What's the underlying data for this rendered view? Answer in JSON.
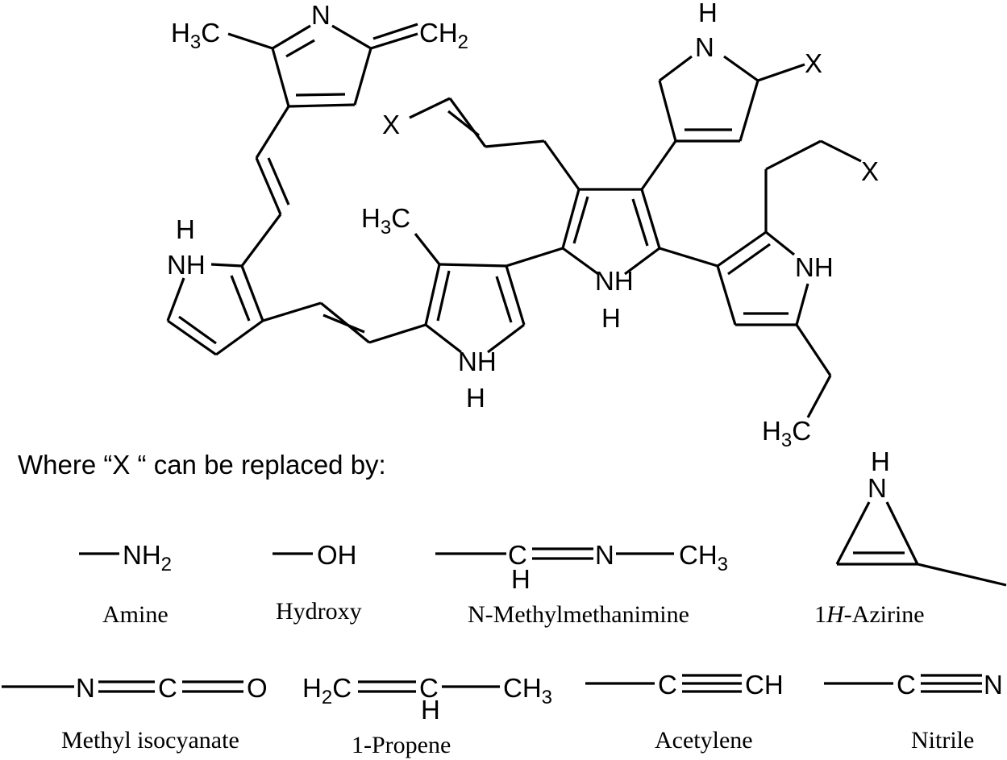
{
  "atoms": {
    "N": "N",
    "H": "H",
    "NH": "NH",
    "X": "X",
    "C": "C",
    "O": "O",
    "OH": "OH",
    "CH": "CH",
    "H3C_base": "H",
    "H3C_tail": "C",
    "CH2_base": "CH",
    "NH2_base": "NH",
    "CH3_base": "CH",
    "H2C_base": "H",
    "sub2": "2",
    "sub3": "3"
  },
  "caption": "Where  “X “ can be replaced by:",
  "substituents": [
    {
      "name": "Amine"
    },
    {
      "name": "Hydroxy"
    },
    {
      "name": "N-Methylmethanimine"
    },
    {
      "name_prefix": "1",
      "name_italic": "H",
      "name_suffix": "-Azirine"
    },
    {
      "name": "Methyl isocyanate"
    },
    {
      "name": "1-Propene"
    },
    {
      "name": "Acetylene"
    },
    {
      "name": "Nitrile"
    }
  ]
}
